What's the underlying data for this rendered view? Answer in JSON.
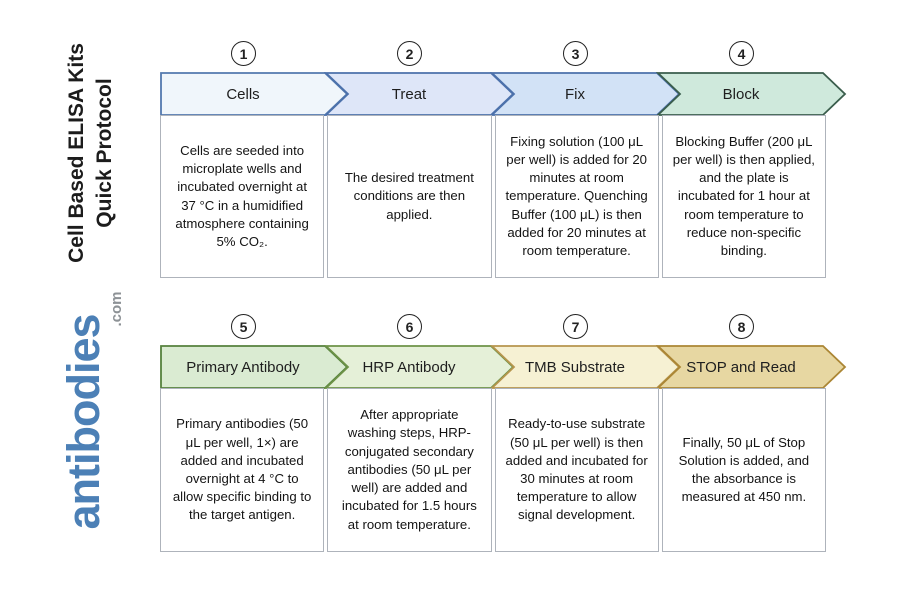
{
  "branding": {
    "title_line1": "Cell Based ELISA Kits",
    "title_line2": "Quick Protocol",
    "logo_text": "antibodies",
    "logo_suffix": ".com",
    "logo_color": "#4c80b6",
    "logo_suffix_color": "#8d9296"
  },
  "rows": [
    {
      "steps": [
        {
          "number": "1",
          "label": "Cells",
          "fill": "#f0f6fb",
          "border": "#5379ae",
          "description": "Cells are seeded into microplate wells and incubated overnight at 37 °C in a humidified atmosphere containing 5% CO₂."
        },
        {
          "number": "2",
          "label": "Treat",
          "fill": "#dee6f8",
          "border": "#4c71ab",
          "description": "The desired treatment conditions are then applied."
        },
        {
          "number": "3",
          "label": "Fix",
          "fill": "#d2e2f6",
          "border": "#4c71ab",
          "description": "Fixing solution (100 μL per well) is added for 20 minutes at room temperature. Quenching Buffer (100 μL) is then added for 20 minutes at room temperature."
        },
        {
          "number": "4",
          "label": "Block",
          "fill": "#cfe9dc",
          "border": "#3a5d4c",
          "description": "Blocking Buffer (200 μL per well) is then applied, and the plate is incubated for 1 hour at room temperature to reduce non-specific binding."
        }
      ]
    },
    {
      "steps": [
        {
          "number": "5",
          "label": "Primary Antibody",
          "fill": "#daebd2",
          "border": "#55813d",
          "description": "Primary antibodies (50 μL per well, 1×) are added and incubated overnight at 4 °C to allow specific binding to the target antigen."
        },
        {
          "number": "6",
          "label": "HRP Antibody",
          "fill": "#e5f0d8",
          "border": "#6d9247",
          "description": "After appropriate washing steps, HRP-conjugated secondary antibodies (50 μL per well) are added and incubated for 1.5 hours at room temperature."
        },
        {
          "number": "7",
          "label": "TMB Substrate",
          "fill": "#f6f1d3",
          "border": "#b6954d",
          "description": "Ready-to-use substrate (50 μL per well) is then added and incubated for 30 minutes at room temperature to allow signal development."
        },
        {
          "number": "8",
          "label": "STOP and Read",
          "fill": "#e7d7a2",
          "border": "#ab8634",
          "description": "Finally, 50 μL of Stop Solution is added, and the absorbance is measured at 450 nm."
        }
      ]
    }
  ]
}
